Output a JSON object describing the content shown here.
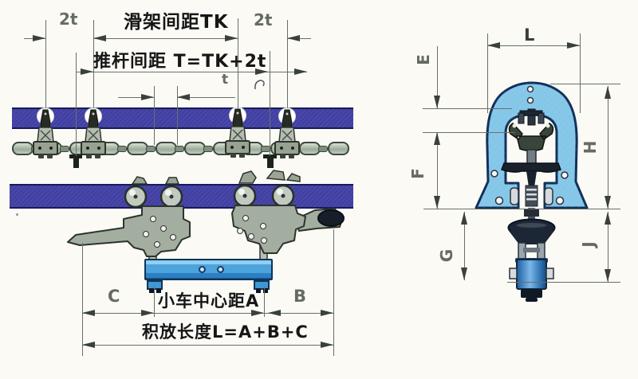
{
  "diagram": {
    "type": "power-and-free-conveyor-dimension-diagram",
    "left_view": {
      "dim_2t_left": "2t",
      "dim_slide_spacing": "滑架间距TK",
      "dim_2t_right": "2t",
      "dim_pusher_spacing": "推杆间距 T=TK+2t",
      "dim_chain_pitch": "t",
      "dim_c": "C",
      "dim_trolley_centers": "小车中心距A",
      "dim_b": "B",
      "dim_accumulate_length": "积放长度L=A+B+C"
    },
    "right_view": {
      "dim_width": "L",
      "dim_e": "E",
      "dim_f": "F",
      "dim_g": "G",
      "dim_h": "H",
      "dim_j": "J"
    },
    "colors": {
      "track_blue": "#3c41a0",
      "carrier_bar_blue": "#4da3dc",
      "frame_light_blue": "#87c8e9",
      "line_gray": "#6a6f66"
    }
  }
}
